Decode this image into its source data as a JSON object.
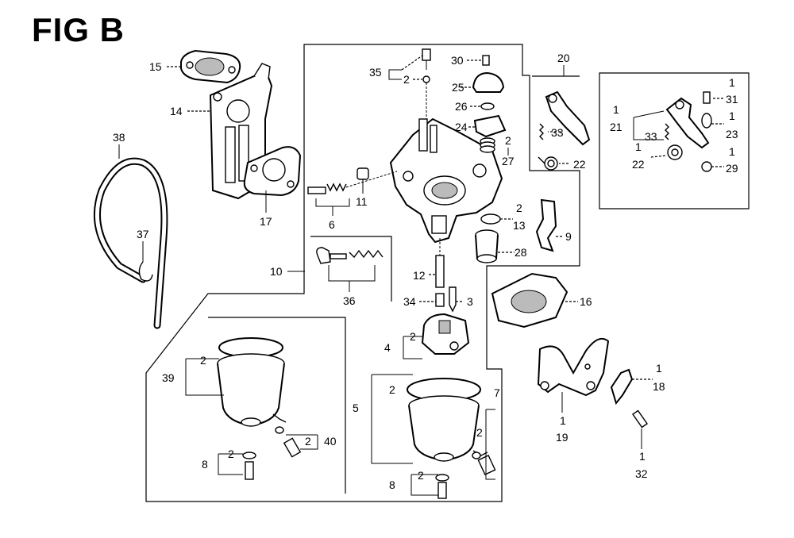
{
  "figure": {
    "title": "FIG B"
  },
  "callouts": {
    "c1_31": "1",
    "c31": "31",
    "c1_21": "1",
    "c21": "21",
    "c33a": "33",
    "c1_23": "1",
    "c23": "23",
    "c1_22": "1",
    "c22b": "22",
    "c1_29": "1",
    "c29": "29",
    "c20": "20",
    "c33b": "33",
    "c22a": "22",
    "c30": "30",
    "c35": "35",
    "c2_35": "2",
    "c25": "25",
    "c26": "26",
    "c24": "24",
    "c2_27": "2",
    "c27": "27",
    "c15": "15",
    "c14": "14",
    "c17": "17",
    "c6": "6",
    "c11": "11",
    "c2_13": "2",
    "c13": "13",
    "c28": "28",
    "c9": "9",
    "c16": "16",
    "c38": "38",
    "c37": "37",
    "c10": "10",
    "c36": "36",
    "c12": "12",
    "c34": "34",
    "c3": "3",
    "c4": "4",
    "c2_4": "2",
    "c39": "39",
    "c2_39": "2",
    "c8a": "8",
    "c2_8a": "2",
    "c2_40": "2",
    "c40": "40",
    "c5": "5",
    "c2_5": "2",
    "c7": "7",
    "c2_7": "2",
    "c8b": "8",
    "c2_8b": "2",
    "c1_18": "1",
    "c18": "18",
    "c1_19": "1",
    "c19": "19",
    "c1_32": "1",
    "c32": "32"
  }
}
